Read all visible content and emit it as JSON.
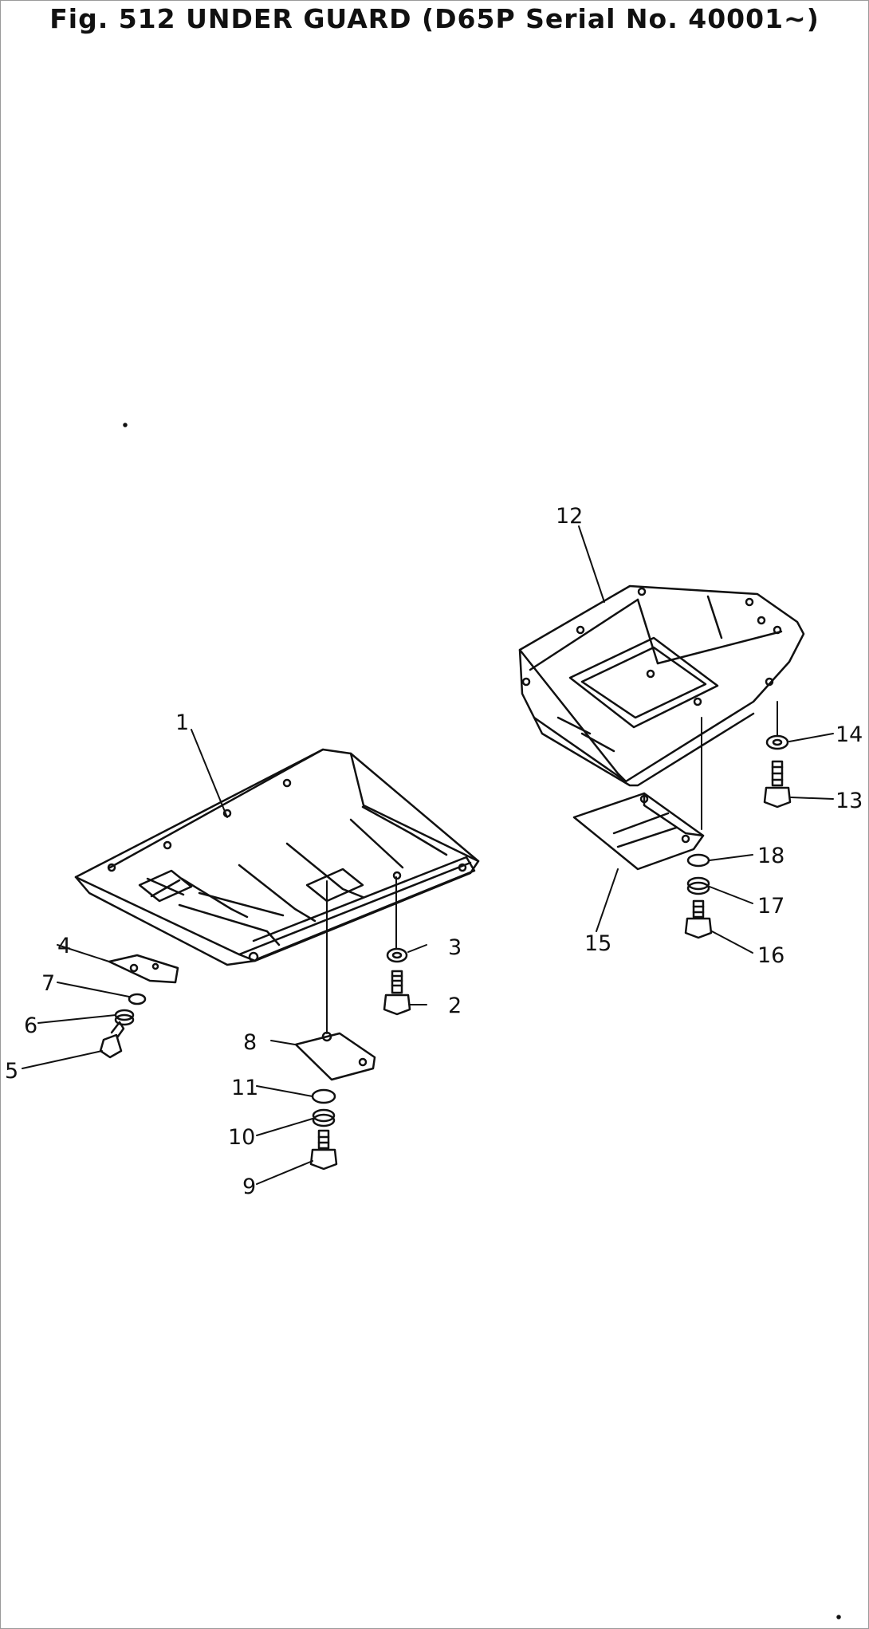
{
  "title": "Fig. 512  UNDER GUARD (D65P Serial No. 40001~)",
  "callouts": [
    {
      "id": "1",
      "label": "1"
    },
    {
      "id": "2",
      "label": "2"
    },
    {
      "id": "3",
      "label": "3"
    },
    {
      "id": "4",
      "label": "4"
    },
    {
      "id": "5",
      "label": "5"
    },
    {
      "id": "6",
      "label": "6"
    },
    {
      "id": "7",
      "label": "7"
    },
    {
      "id": "8",
      "label": "8"
    },
    {
      "id": "9",
      "label": "9"
    },
    {
      "id": "10",
      "label": "10"
    },
    {
      "id": "11",
      "label": "11"
    },
    {
      "id": "12",
      "label": "12"
    },
    {
      "id": "13",
      "label": "13"
    },
    {
      "id": "14",
      "label": "14"
    },
    {
      "id": "15",
      "label": "15"
    },
    {
      "id": "16",
      "label": "16"
    },
    {
      "id": "17",
      "label": "17"
    },
    {
      "id": "18",
      "label": "18"
    }
  ],
  "colors": {
    "line": "#111111",
    "background": "#ffffff"
  }
}
